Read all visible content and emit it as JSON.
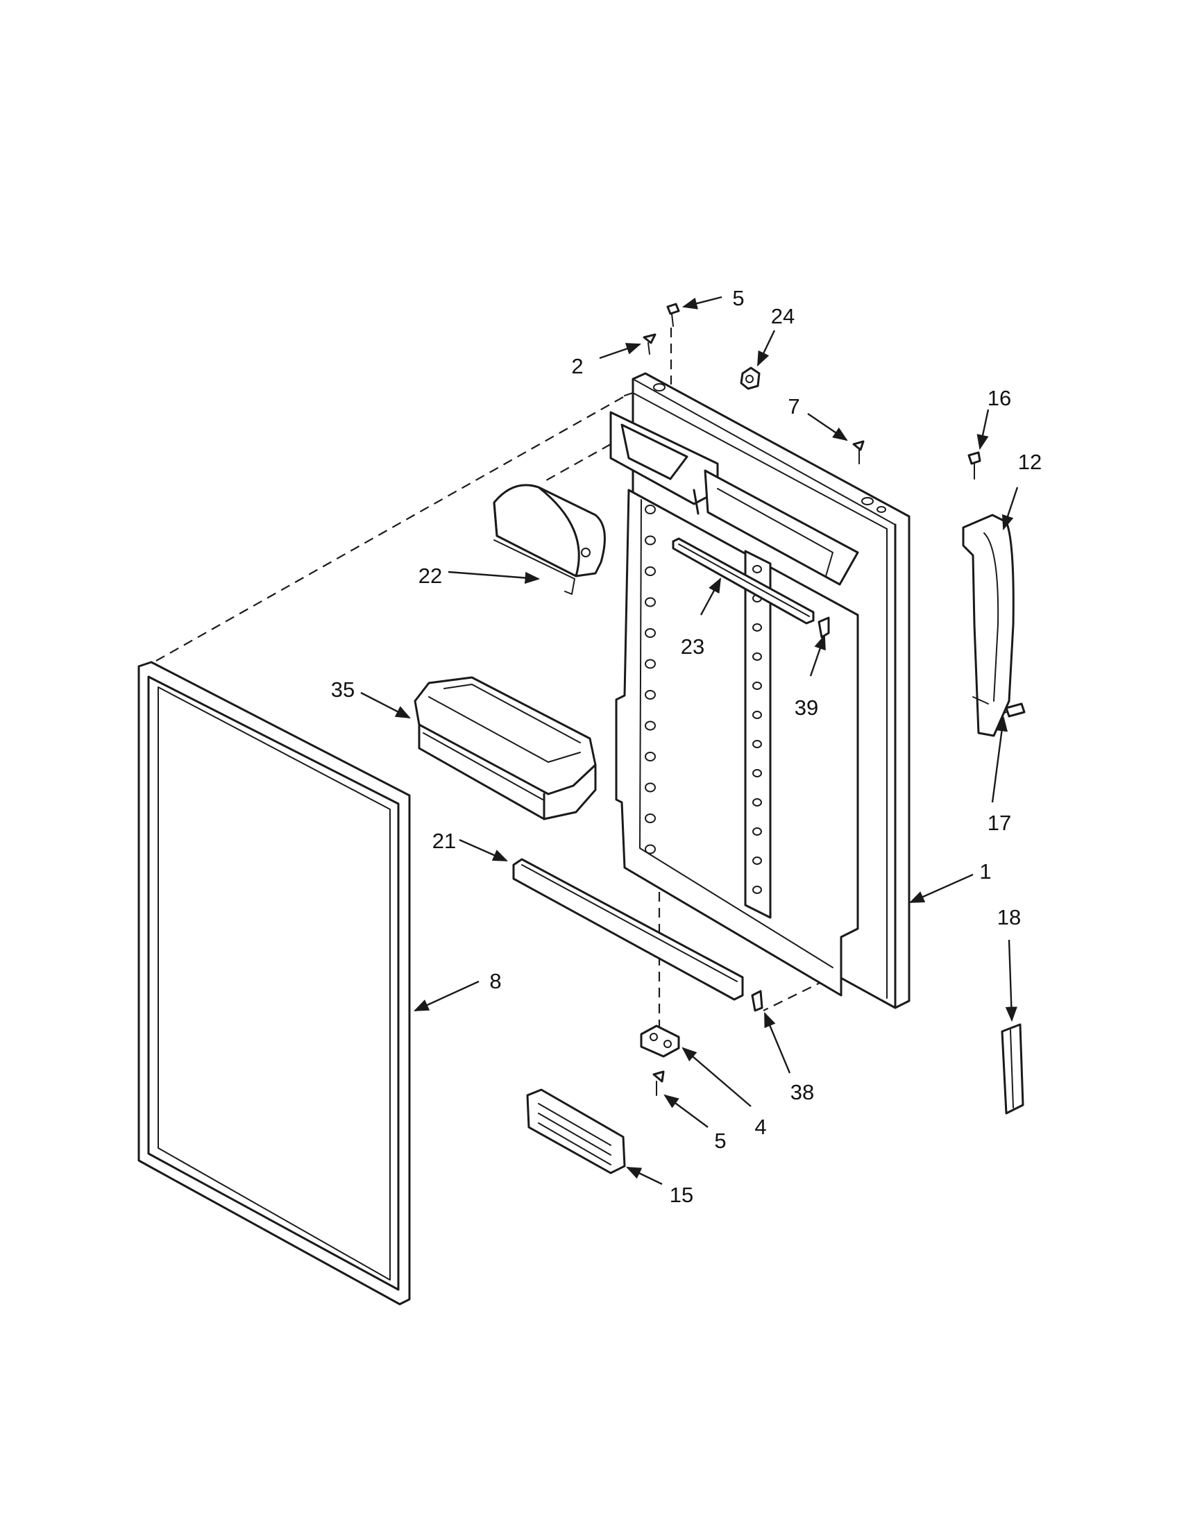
{
  "diagram": {
    "callouts": [
      {
        "id": "c5a",
        "label": "5"
      },
      {
        "id": "c24",
        "label": "24"
      },
      {
        "id": "c2",
        "label": "2"
      },
      {
        "id": "c7",
        "label": "7"
      },
      {
        "id": "c16",
        "label": "16"
      },
      {
        "id": "c12",
        "label": "12"
      },
      {
        "id": "c22",
        "label": "22"
      },
      {
        "id": "c23",
        "label": "23"
      },
      {
        "id": "c39",
        "label": "39"
      },
      {
        "id": "c35",
        "label": "35"
      },
      {
        "id": "c17",
        "label": "17"
      },
      {
        "id": "c21",
        "label": "21"
      },
      {
        "id": "c1",
        "label": "1"
      },
      {
        "id": "c18",
        "label": "18"
      },
      {
        "id": "c8",
        "label": "8"
      },
      {
        "id": "c38",
        "label": "38"
      },
      {
        "id": "c4",
        "label": "4"
      },
      {
        "id": "c5b",
        "label": "5"
      },
      {
        "id": "c15",
        "label": "15"
      }
    ],
    "colors": {
      "line": "#1a1a1a",
      "background": "#ffffff"
    }
  }
}
